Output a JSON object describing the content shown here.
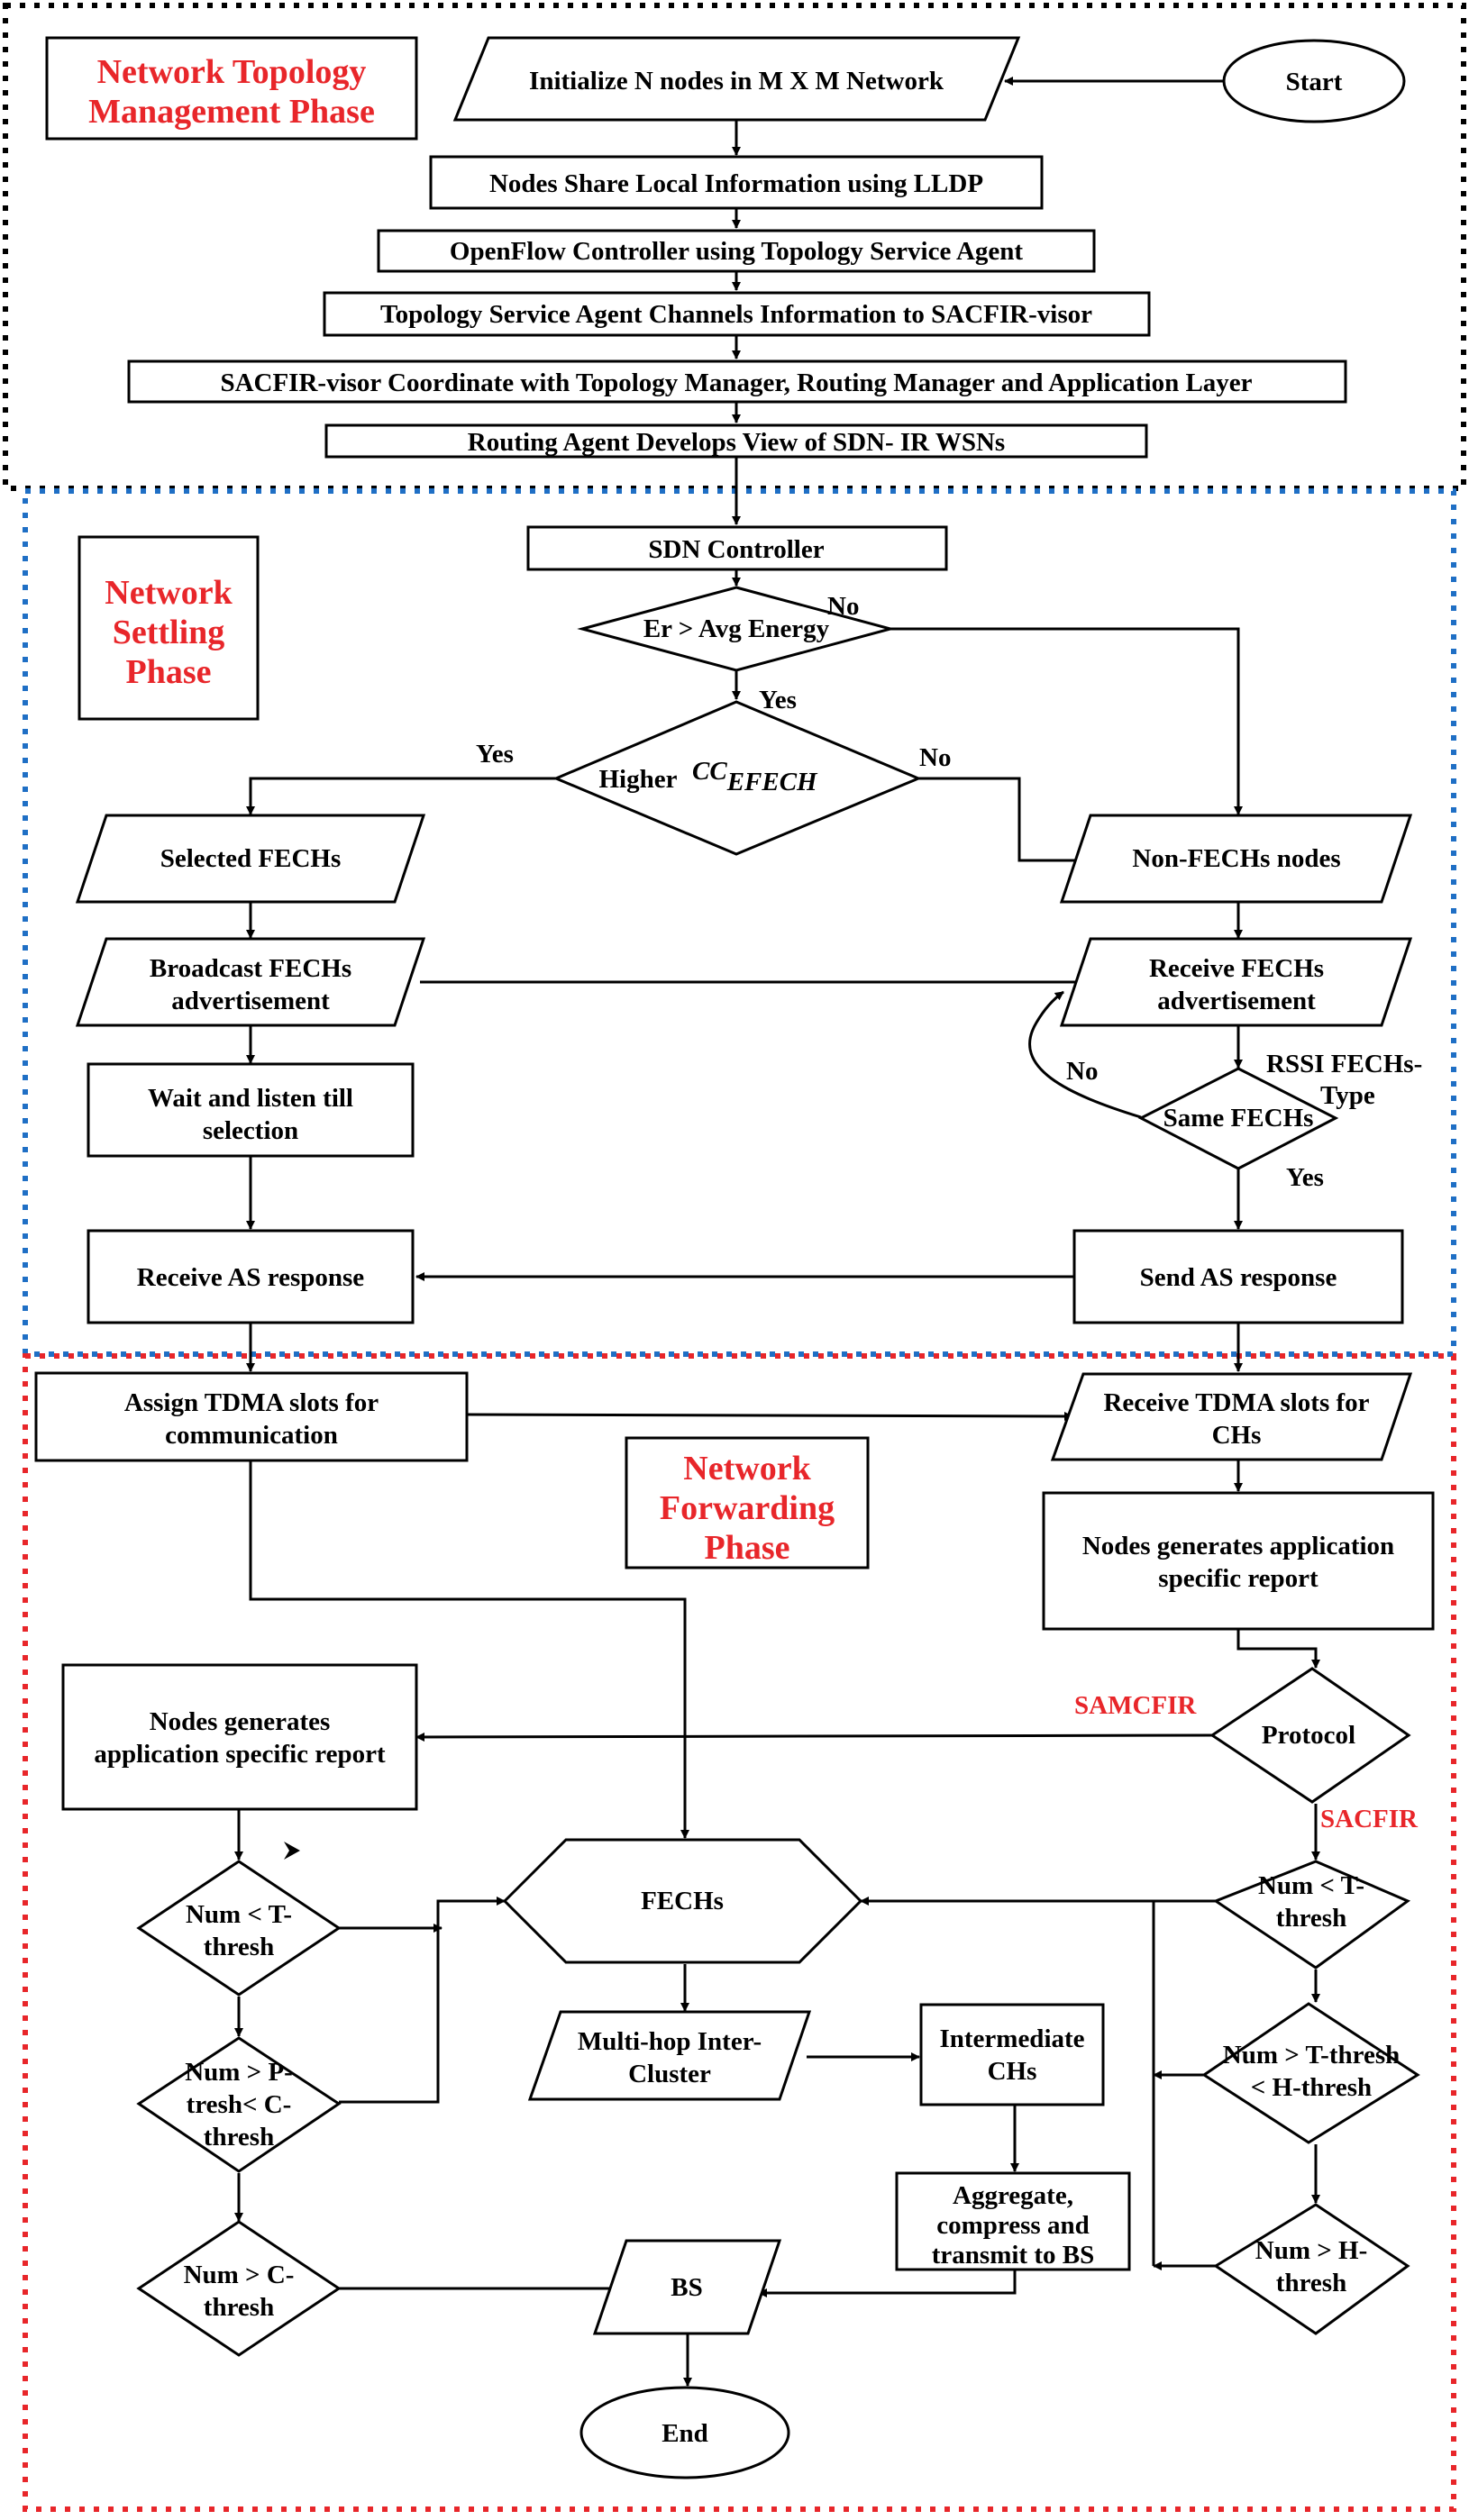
{
  "phases": {
    "topology": [
      "Network Topology",
      "Management Phase"
    ],
    "settling": [
      "Network",
      "Settling",
      "Phase"
    ],
    "forwarding": [
      "Network",
      "Forwarding",
      "Phase"
    ]
  },
  "nodes": {
    "start": "Start",
    "init": "Initialize N nodes in M X M Network",
    "lldp": "Nodes Share Local Information using LLDP",
    "openflow": "OpenFlow Controller using Topology Service Agent",
    "tsa": "Topology Service Agent Channels Information to SACFIR-visor",
    "visor": "SACFIR-visor Coordinate with Topology Manager, Routing Manager and Application Layer",
    "routing": "Routing Agent Develops View of SDN- IR WSNs",
    "sdn": "SDN Controller",
    "er": "Er > Avg Energy",
    "higher": "Higher",
    "higher_math_main": "CC",
    "higher_math_sub": "EFECH",
    "selected": "Selected FECHs",
    "nonfechs": "Non-FECHs nodes",
    "broadcast": [
      "Broadcast FECHs",
      "advertisement"
    ],
    "receive_adv": [
      "Receive FECHs",
      "advertisement"
    ],
    "wait": [
      "Wait and listen till",
      "selection"
    ],
    "same": "Same FECHs",
    "receive_as": "Receive AS response",
    "send_as": "Send AS response",
    "assign": [
      "Assign TDMA slots for",
      "communication"
    ],
    "receive_tdma": [
      "Receive TDMA slots for",
      "CHs"
    ],
    "gen_right": [
      "Nodes generates application",
      "specific report"
    ],
    "gen_left": [
      "Nodes generates",
      "application specific report"
    ],
    "protocol": "Protocol",
    "fechs": "FECHs",
    "l_num_t": [
      "Num < T-",
      "thresh"
    ],
    "l_num_p": [
      "Num > P-",
      "tresh< C-",
      "thresh"
    ],
    "l_num_c": [
      "Num > C-",
      "thresh"
    ],
    "multihop": [
      "Multi-hop Inter-",
      "Cluster"
    ],
    "intermediate": [
      "Intermediate",
      "CHs"
    ],
    "aggregate": [
      "Aggregate,",
      "compress and",
      "transmit to BS"
    ],
    "r_num_t": [
      "Num < T-",
      "thresh"
    ],
    "r_num_th": [
      "Num > T-thresh",
      "< H-thresh"
    ],
    "r_num_h": [
      "Num > H-",
      "thresh"
    ],
    "bs": "BS",
    "end": "End"
  },
  "edge_labels": {
    "er_no": "No",
    "er_yes": "Yes",
    "higher_yes": "Yes",
    "higher_no": "No",
    "same_no": "No",
    "rssi": [
      "RSSI FECHs-",
      "Type"
    ],
    "same_yes": "Yes",
    "samcfir": "SAMCFIR",
    "sacfir": "SACFIR"
  },
  "colors": {
    "topology_border": "#000000",
    "settling_border": "#1f6fc5",
    "forwarding_border": "#e8262a",
    "phase_label": "#e8262a"
  }
}
